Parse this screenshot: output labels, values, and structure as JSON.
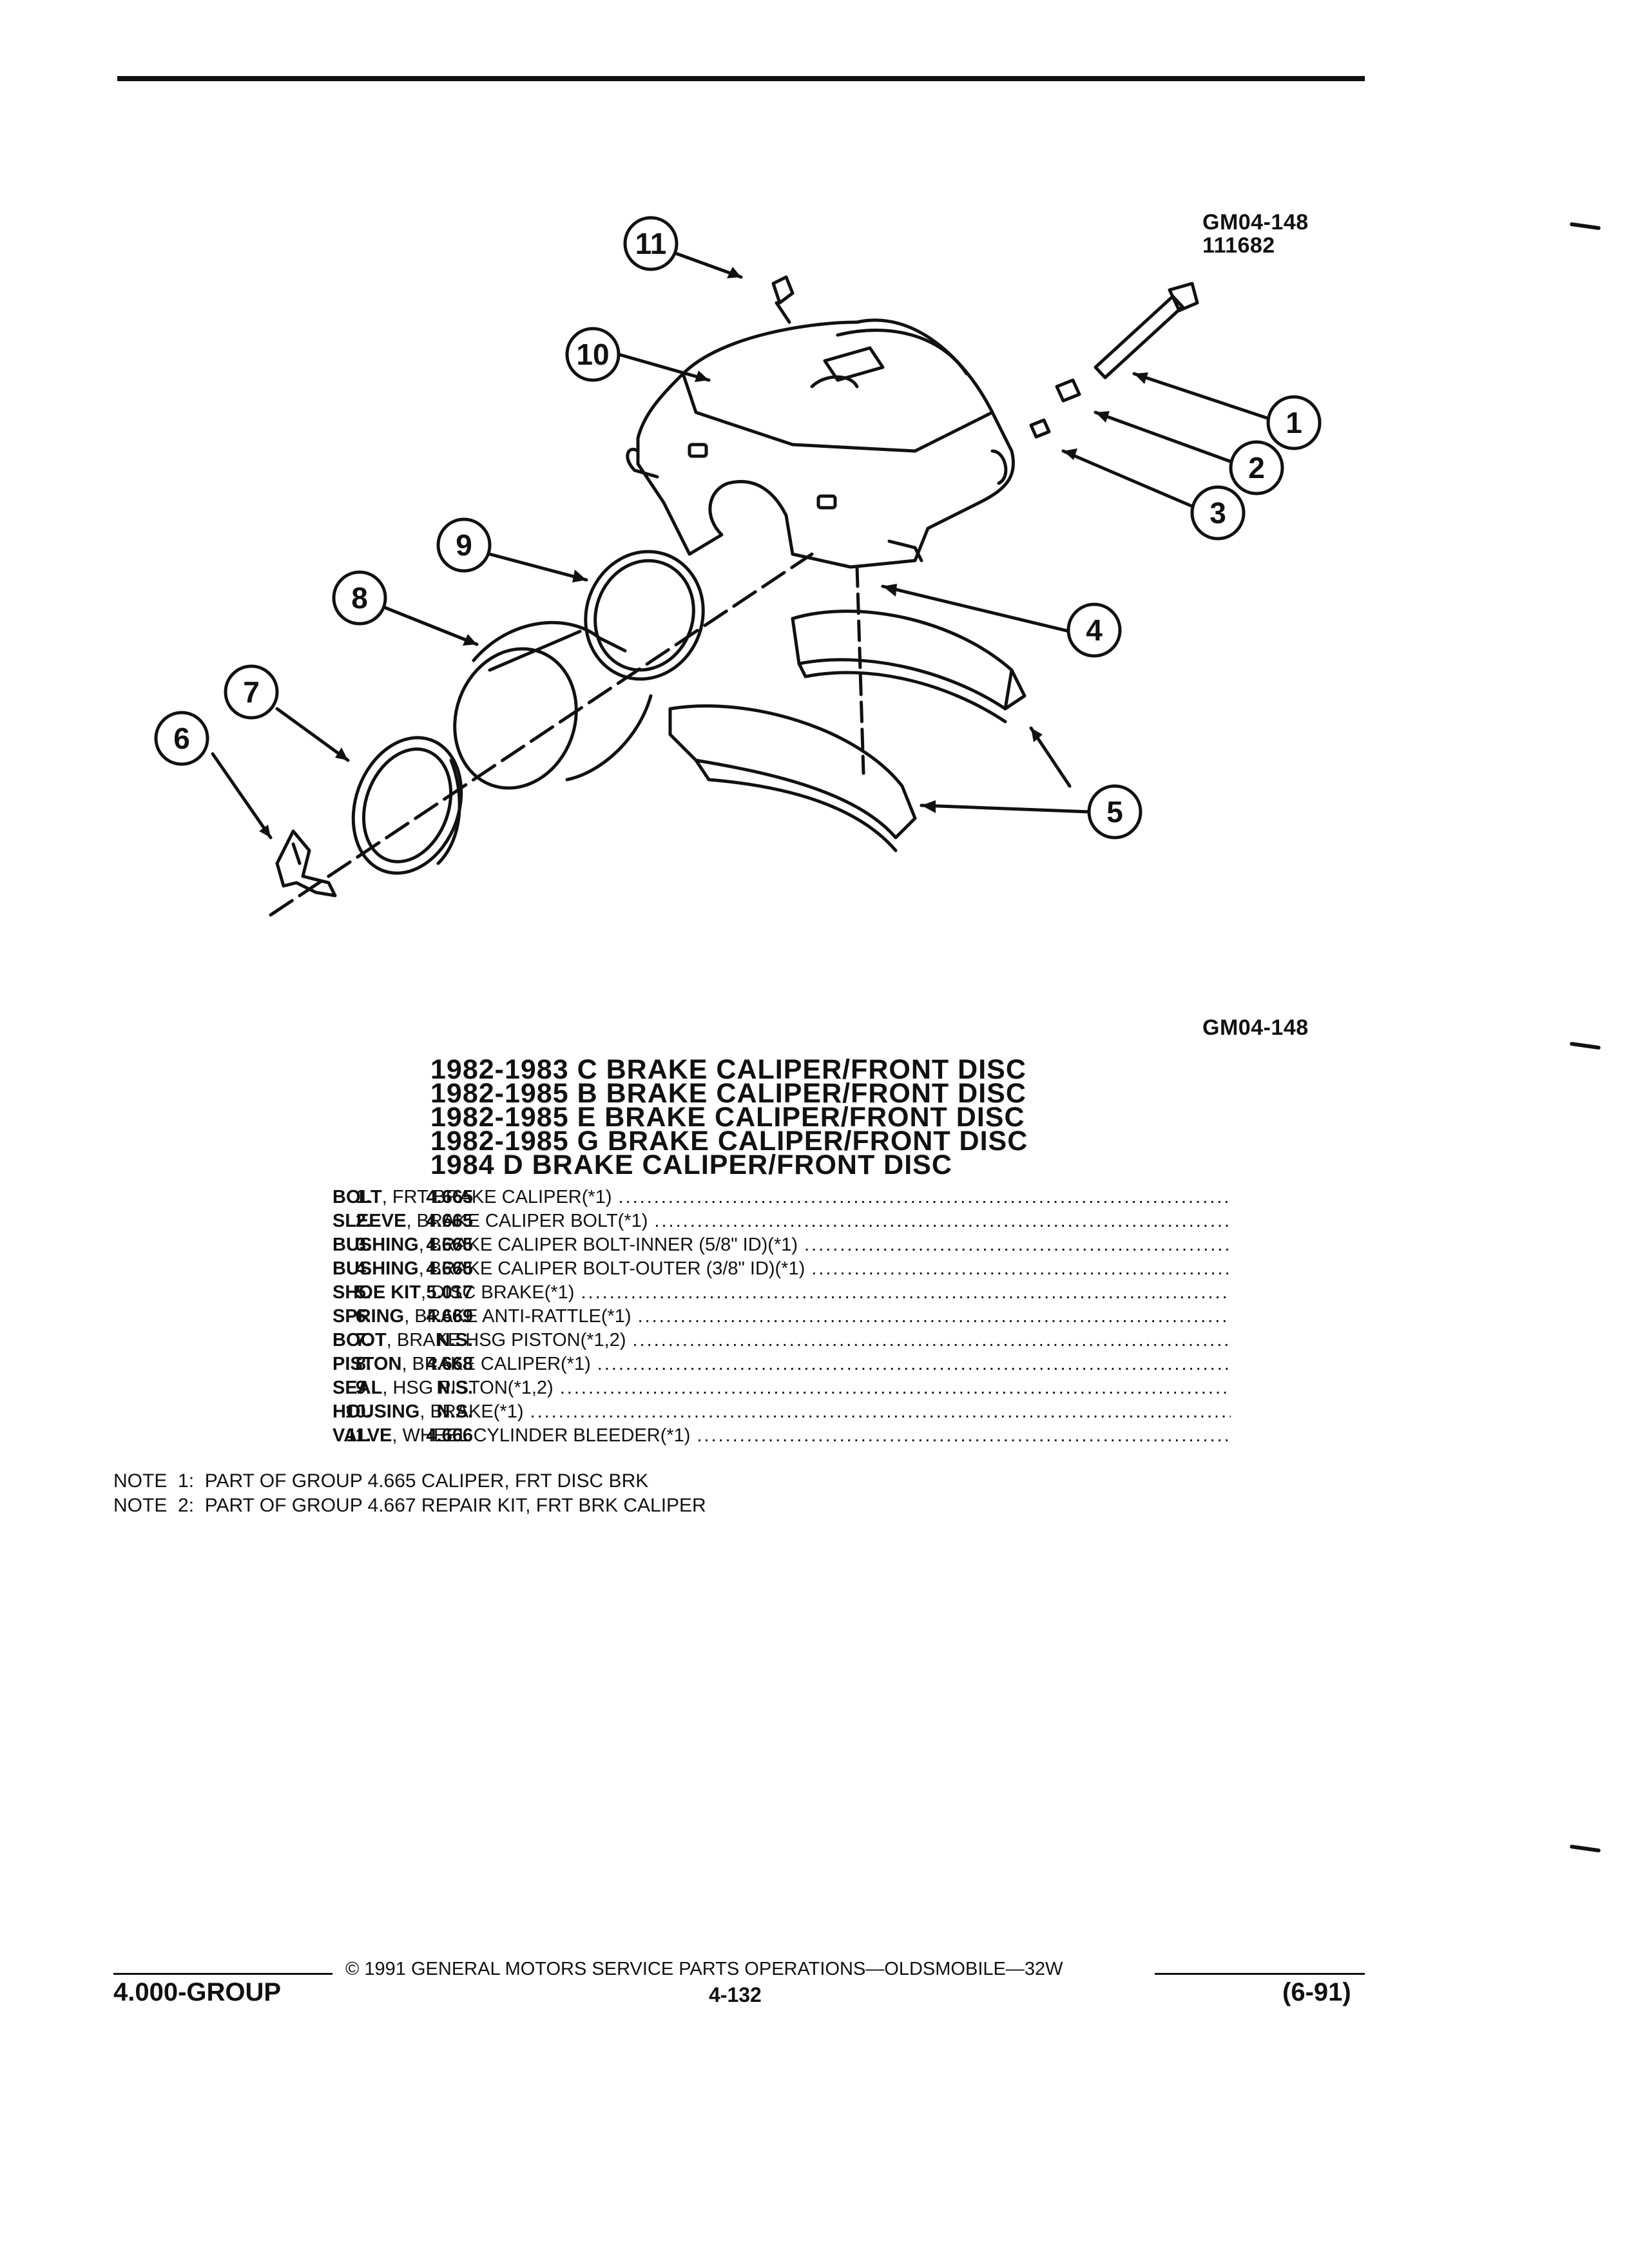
{
  "figure_ids": {
    "top_id": "GM04-148",
    "top_number": "111682",
    "bottom_id": "GM04-148"
  },
  "callouts": [
    "11",
    "10",
    "1",
    "2",
    "3",
    "9",
    "8",
    "7",
    "6",
    "4",
    "5"
  ],
  "titles": [
    "1982-1983 C BRAKE CALIPER/FRONT DISC",
    "1982-1985 B BRAKE CALIPER/FRONT DISC",
    "1982-1985 E BRAKE CALIPER/FRONT DISC",
    "1982-1985 G BRAKE CALIPER/FRONT DISC",
    "1984 D BRAKE CALIPER/FRONT DISC"
  ],
  "parts": [
    {
      "num": "1.",
      "group": "4.665",
      "name": "BOLT",
      "rest": ", FRT BRAKE CALIPER(*1)"
    },
    {
      "num": "2.",
      "group": "4.665",
      "name": "SLEEVE",
      "rest": ", BRAKE CALIPER BOLT(*1)"
    },
    {
      "num": "3.",
      "group": "4.665",
      "name": "BUSHING",
      "rest": ", BRAKE CALIPER BOLT-INNER (5/8\" ID)(*1)"
    },
    {
      "num": "4.",
      "group": "4.665",
      "name": "BUSHING",
      "rest": ", BRAKE CALIPER BOLT-OUTER (3/8\" ID)(*1)"
    },
    {
      "num": "5.",
      "group": "5.017",
      "name": "SHOE KIT",
      "rest": ", DISC BRAKE(*1)"
    },
    {
      "num": "6.",
      "group": "4.669",
      "name": "SPRING",
      "rest": ", BRAKE ANTI-RATTLE(*1)"
    },
    {
      "num": "7.",
      "group": "N.S.",
      "name": "BOOT",
      "rest": ", BRAKE HSG PISTON(*1,2)"
    },
    {
      "num": "8.",
      "group": "4.668",
      "name": "PISTON",
      "rest": ", BRAKE CALIPER(*1)"
    },
    {
      "num": "9.",
      "group": "N.S.",
      "name": "SEAL",
      "rest": ", HSG PISTON(*1,2)"
    },
    {
      "num": "10.",
      "group": "N.S.",
      "name": "HOUSING",
      "rest": ", BRAKE(*1)"
    },
    {
      "num": "11.",
      "group": "4.666",
      "name": "VALVE",
      "rest": ", WHEEL CYLINDER BLEEDER(*1)"
    }
  ],
  "notes": [
    "NOTE  1:  PART OF GROUP 4.665 CALIPER, FRT DISC BRK",
    "NOTE  2:  PART OF GROUP 4.667 REPAIR KIT, FRT BRK CALIPER"
  ],
  "footer": {
    "copyright": "© 1991 GENERAL MOTORS SERVICE PARTS OPERATIONS—OLDSMOBILE—32W",
    "group": "4.000-GROUP",
    "page": "4-132",
    "date": "(6-91)"
  }
}
